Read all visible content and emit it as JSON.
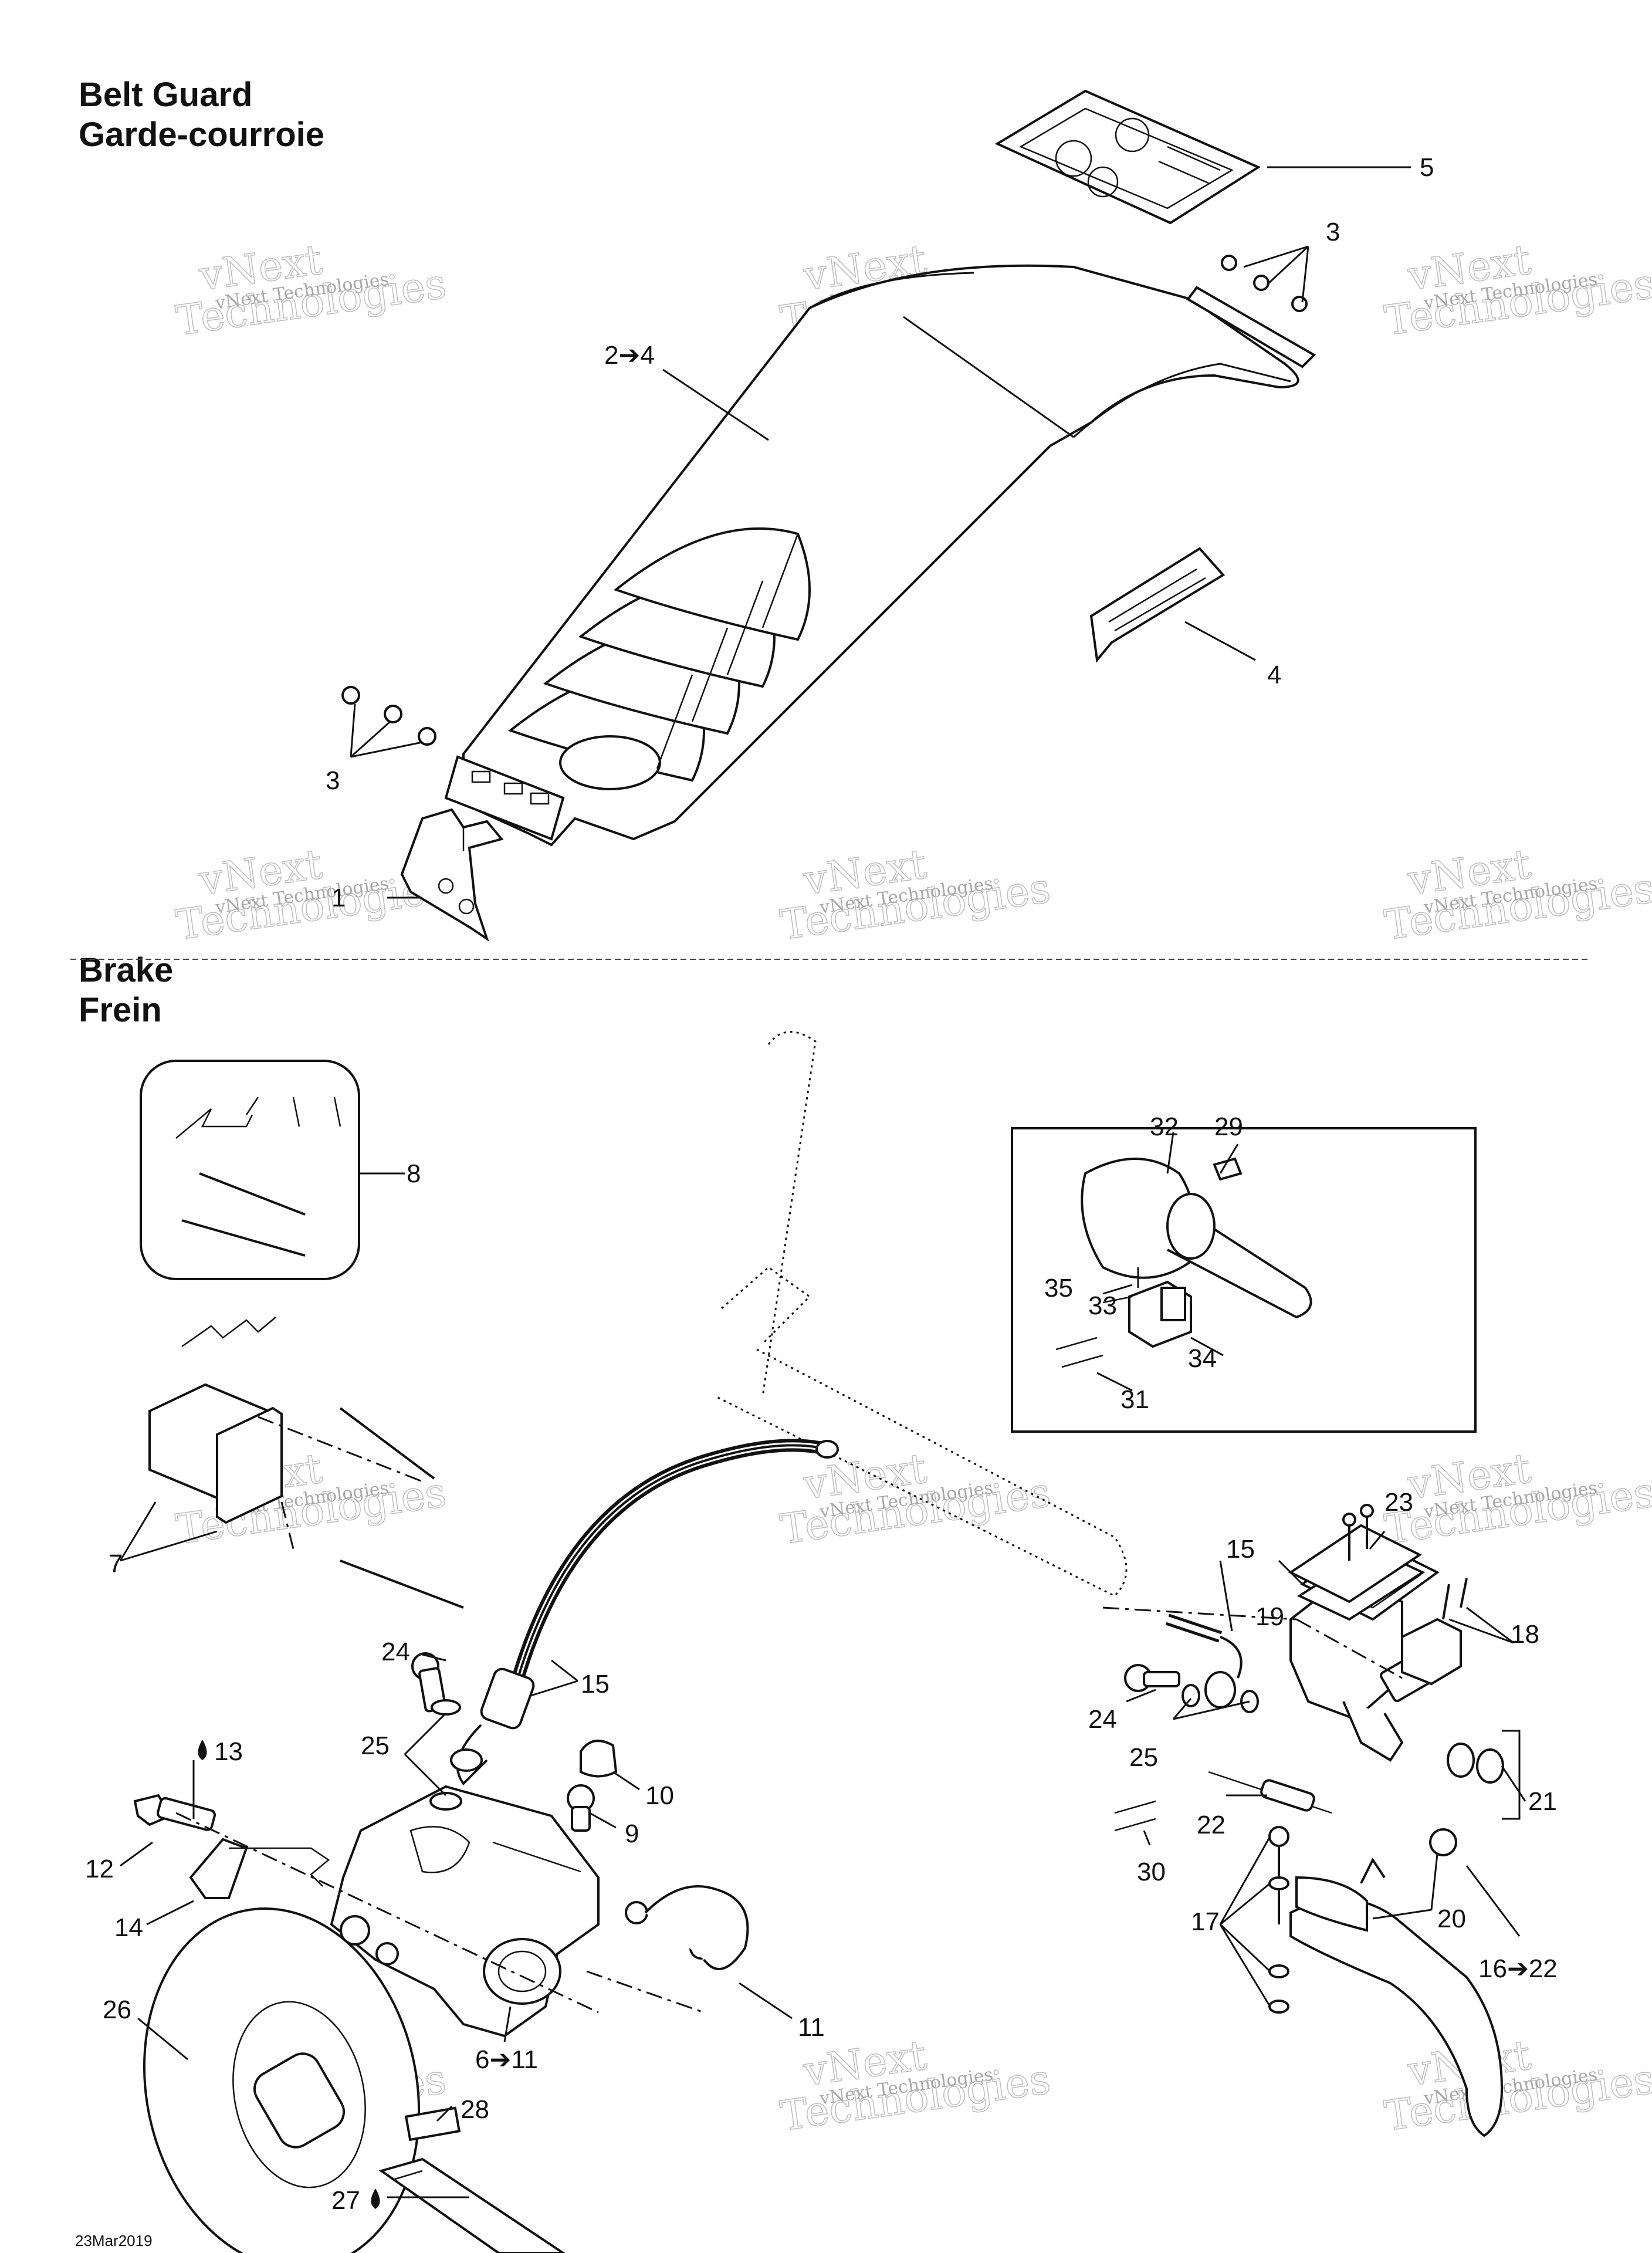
{
  "sections": {
    "belt_guard": {
      "title_en": "Belt Guard",
      "title_fr": "Garde-courroie"
    },
    "brake": {
      "title_en": "Brake",
      "title_fr": "Frein"
    }
  },
  "watermark": {
    "line1": "vNext",
    "line2": "Technologies",
    "small": "vNext Technologies"
  },
  "footer_code": "23Mar2019",
  "belt_guard_callouts": [
    "5",
    "3",
    "2➔4",
    "4",
    "3",
    "1"
  ],
  "brake_callouts": [
    "8",
    "32",
    "29",
    "35",
    "33",
    "34",
    "31",
    "7",
    "23",
    "15",
    "19",
    "18",
    "24",
    "15",
    "24",
    "25",
    "25",
    "21",
    "13",
    "10",
    "9",
    "22",
    "12",
    "14",
    "30",
    "17",
    "20",
    "16➔22",
    "26",
    "11",
    "6➔11",
    "28",
    "27"
  ]
}
